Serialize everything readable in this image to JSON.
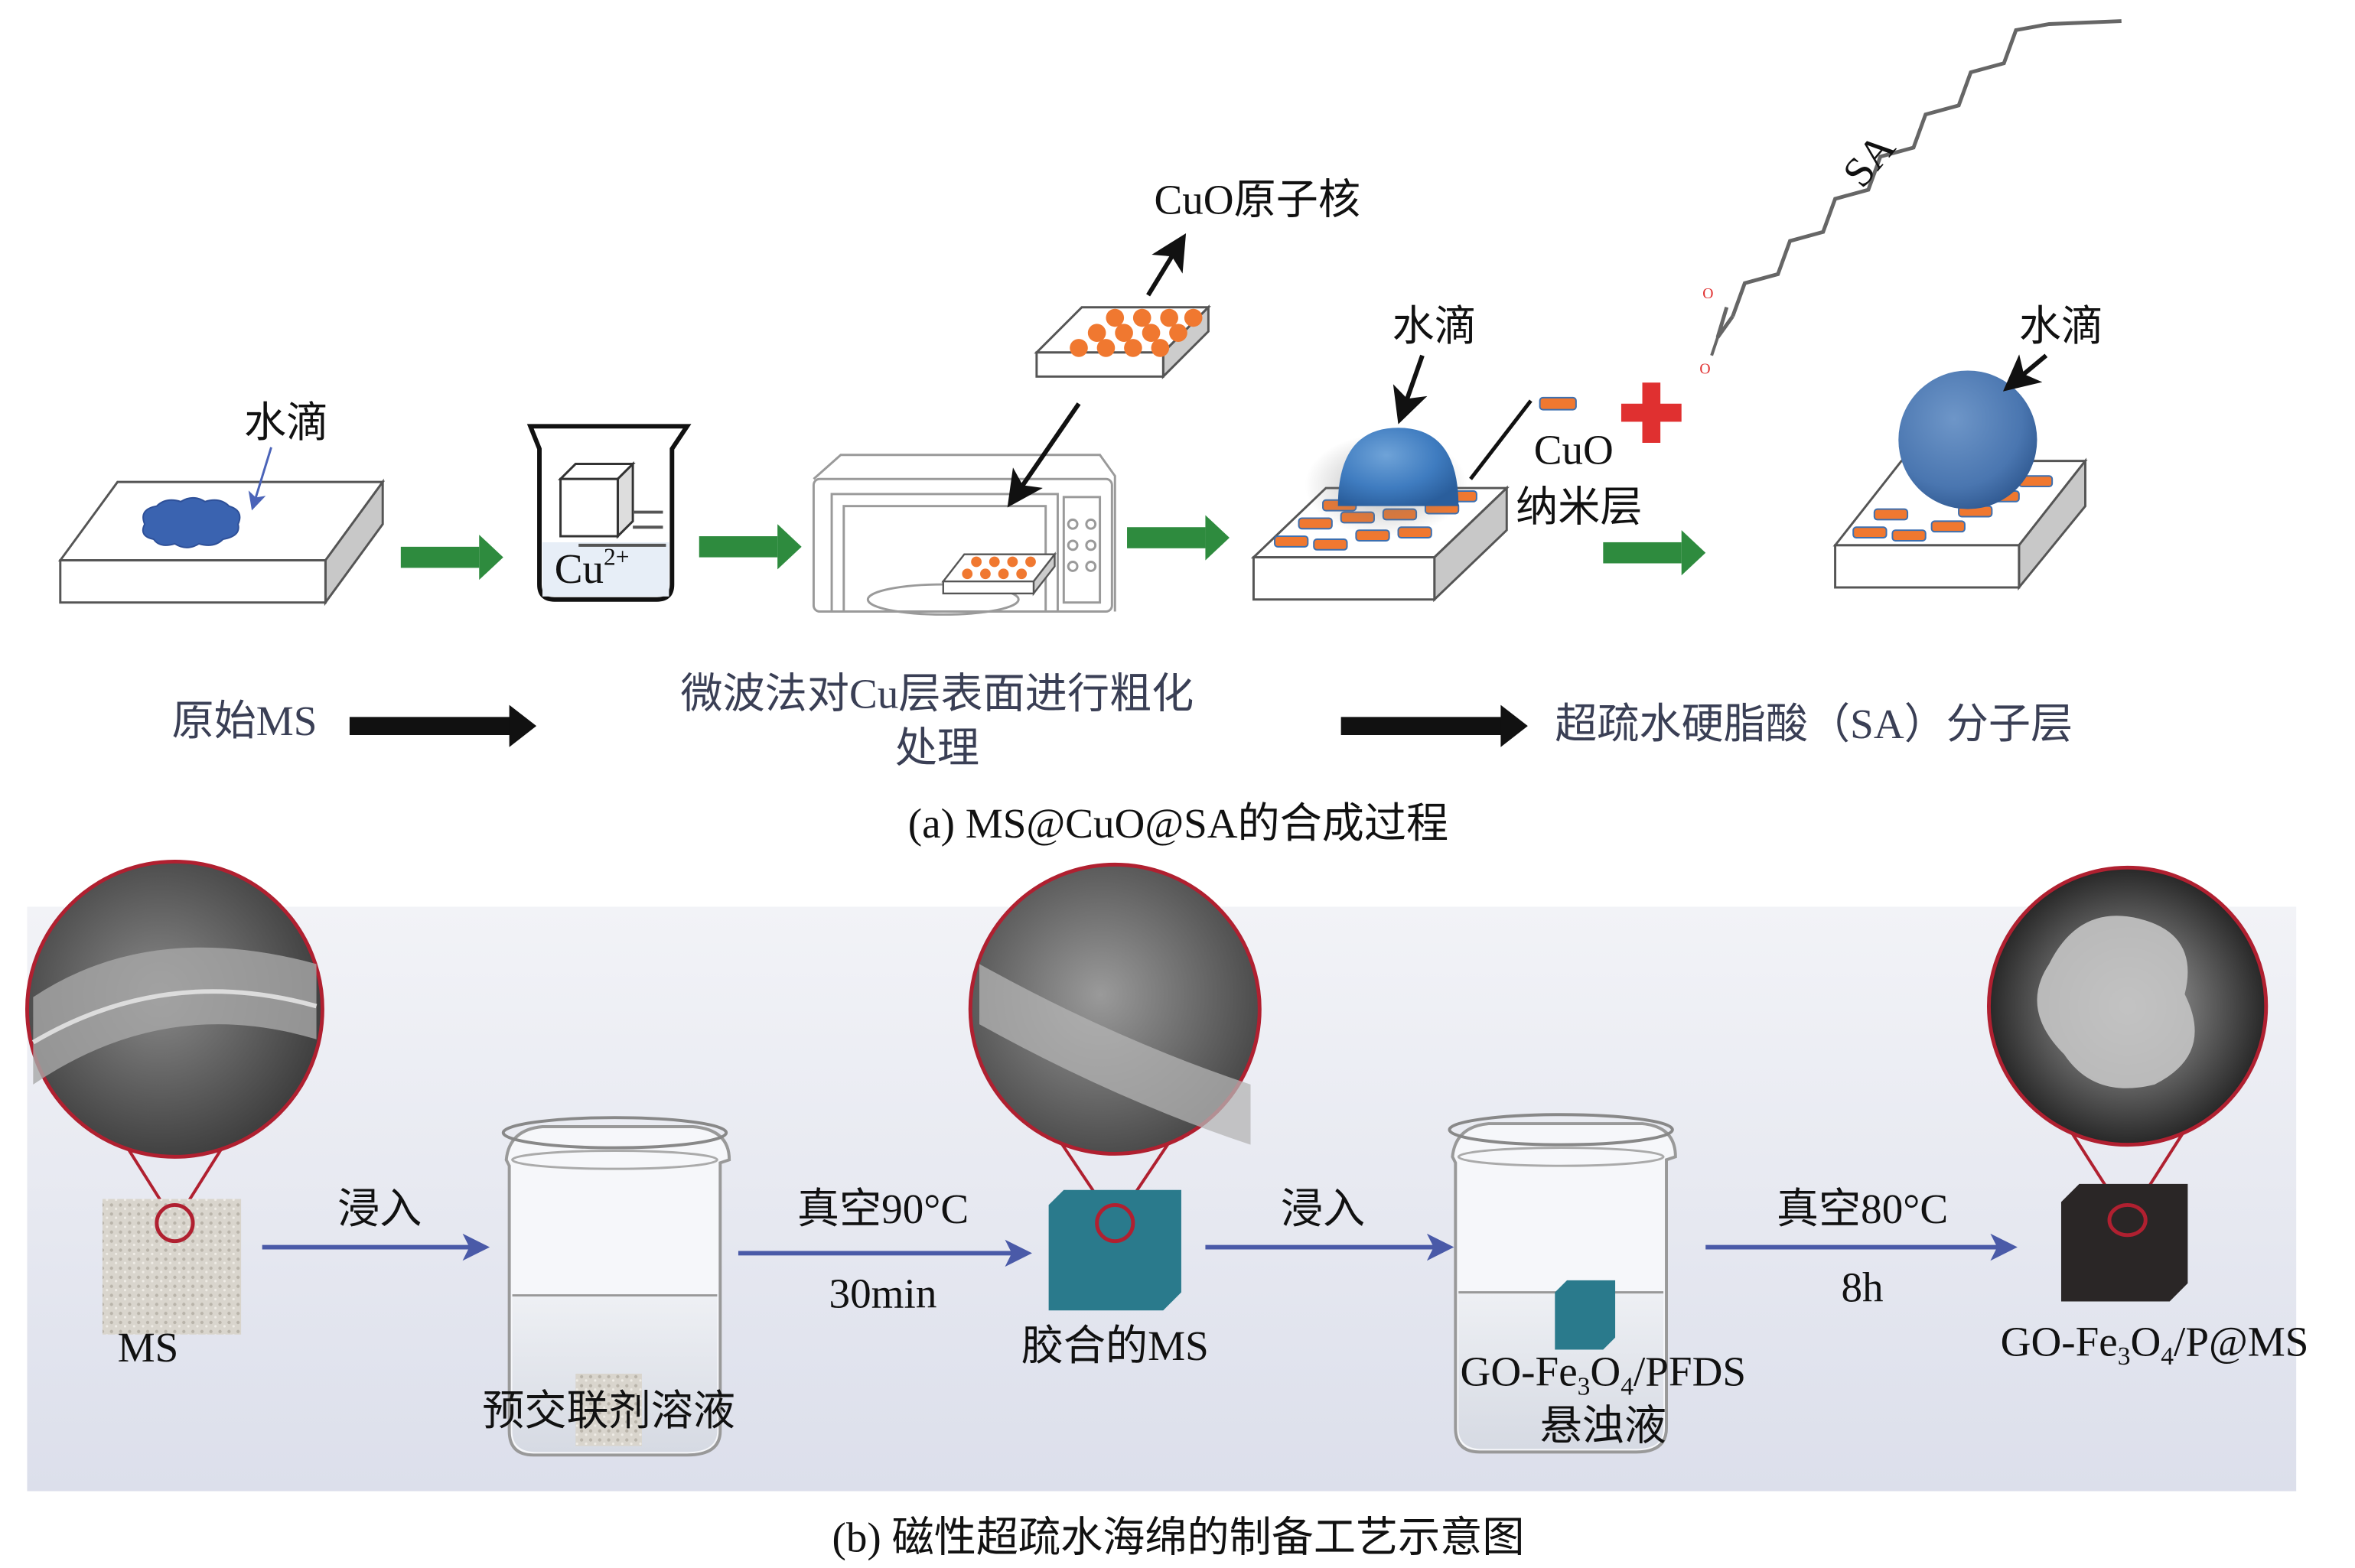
{
  "panel_a": {
    "caption": "(a) MS@CuO@SA的合成过程",
    "water_drop_label_1": "水滴",
    "cu_ion_label": "Cu",
    "cu_ion_charge": "2+",
    "cuo_nuclei_label": "CuO原子核",
    "water_drop_label_2": "水滴",
    "cuo_layer_label_line1": "CuO",
    "cuo_layer_label_line2": "纳米层",
    "sa_label": "SA",
    "oxygen_label": "O",
    "water_drop_label_3": "水滴",
    "step_original": "原始MS",
    "step_microwave_line1": "微波法对Cu层表面进行粗化",
    "step_microwave_line2": "处理",
    "step_sa": "超疏水硬脂酸（SA）分子层",
    "colors": {
      "process_arrow": "#2e8b3e",
      "step_arrow": "#111111",
      "water": "#3c6fb0",
      "cuo": "#f07830",
      "plus": "#e03030",
      "slab_side": "#c8c8c8"
    }
  },
  "panel_b": {
    "caption": "(b) 磁性超疏水海绵的制备工艺示意图",
    "sample_ms": "MS",
    "arrow1_top": "浸入",
    "beaker1_label": "预交联剂溶液",
    "arrow2_top": "真空90°C",
    "arrow2_bottom": "30min",
    "sample_glued": "胶合的MS",
    "arrow3_top": "浸入",
    "beaker2_label_line1_prefix": "GO-Fe",
    "beaker2_label_line1_sub1": "3",
    "beaker2_label_line1_mid": "O",
    "beaker2_label_line1_sub2": "4",
    "beaker2_label_line1_suffix": "/PFDS",
    "beaker2_label_line2": "悬浊液",
    "arrow4_top": "真空80°C",
    "arrow4_bottom": "8h",
    "final_prefix": "GO-Fe",
    "final_sub1": "3",
    "final_mid": "O",
    "final_sub2": "4",
    "final_suffix": "/P@MS",
    "colors": {
      "background": "#e4e7f1",
      "flow_arrow": "#4a5aa8",
      "magnifier": "#b02030",
      "glued_cube": "#2a7a8c",
      "final_cube": "#2a2626",
      "sponge": "#d8d4cc"
    }
  }
}
